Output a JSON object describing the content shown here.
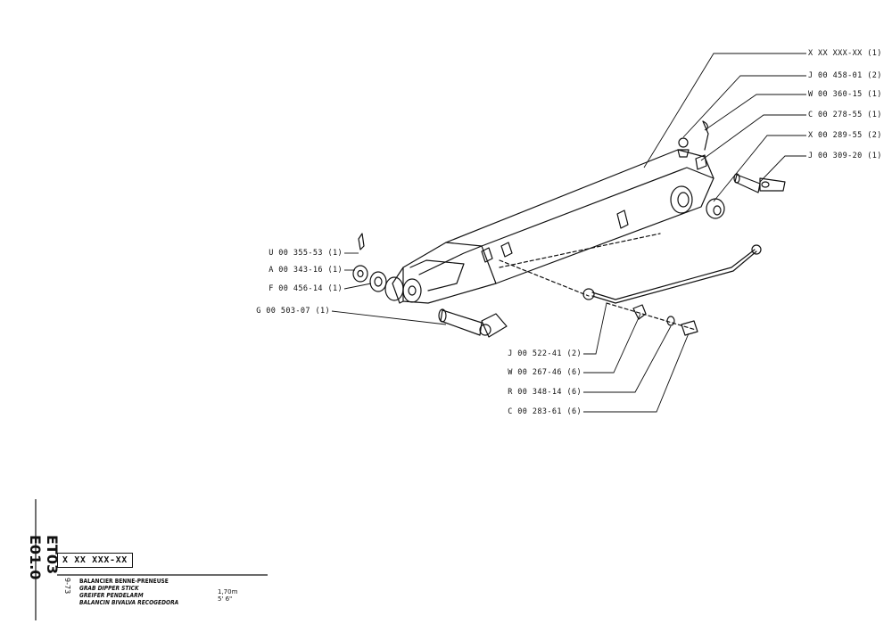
{
  "callouts_right": [
    "X XX XXX-XX (1)",
    "J 00 458-01 (2)",
    "W 00 360-15 (1)",
    "C 00 278-55 (1)",
    "X 00 289-55 (2)",
    "J 00 309-20 (1)"
  ],
  "callouts_left": [
    "U 00 355-53 (1)",
    "A 00 343-16 (1)",
    "F 00 456-14 (1)",
    "G 00 503-07 (1)"
  ],
  "callouts_bottom": [
    "J 00 522-41 (2)",
    "W 00 267-46 (6)",
    "R 00 348-14 (6)",
    "C 00 283-61 (6)"
  ],
  "title_block": {
    "side_code": "ET03 E01.0",
    "date": "9-73",
    "part_number": "X XX XXX-XX",
    "titles": [
      "BALANCIER BENNE-PRENEUSE",
      "GRAB DIPPER STICK",
      "GREIFER PENDELARM",
      "BALANCIN BIVALVA RECOGEDORA"
    ],
    "dim_metric": "1,70m",
    "dim_imperial": "5' 6\""
  }
}
